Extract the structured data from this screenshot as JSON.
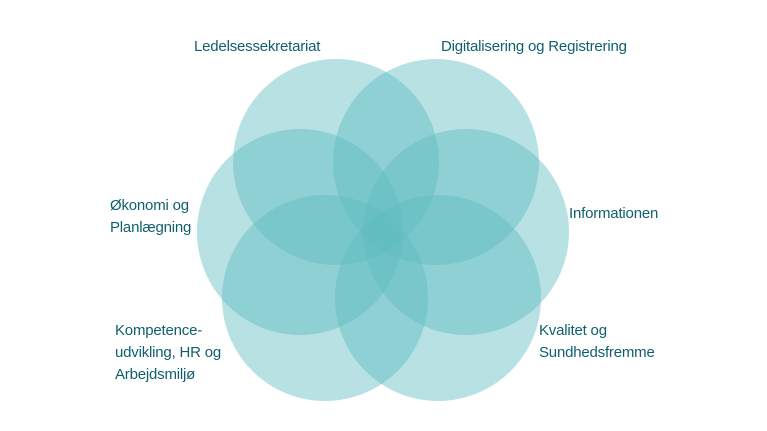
{
  "colors": {
    "circle_fill": "#5fbcc2",
    "label_text": "#0f5f6e",
    "background": "#ffffff"
  },
  "labels": {
    "ledelsessekretariat": [
      "Ledelsessekretariat"
    ],
    "digitalisering": [
      "Digitalisering og Registrering"
    ],
    "informationen": [
      "Informationen"
    ],
    "kvalitet": [
      "Kvalitet og",
      "Sundhedsfremme"
    ],
    "kompetence": [
      "Kompetence-",
      "udvikling, HR og",
      "Arbejdsmiljø"
    ],
    "okonomi": [
      "Økonomi og",
      "Planlægning"
    ]
  }
}
